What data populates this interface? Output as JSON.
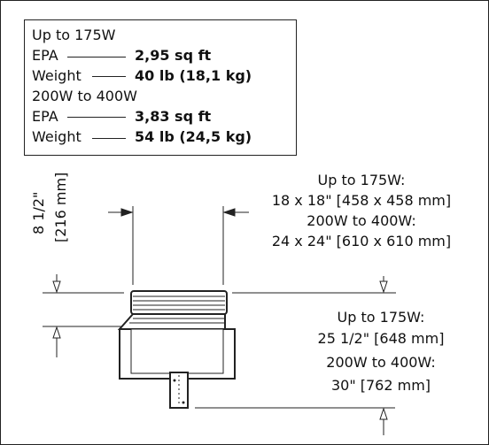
{
  "specs": {
    "group1_title": "Up to 175W",
    "group1_epa_label": "EPA",
    "group1_epa_value": "2,95 sq ft",
    "group1_weight_label": "Weight",
    "group1_weight_value": "40 lb (18,1 kg)",
    "group2_title": "200W to 400W",
    "group2_epa_label": "EPA",
    "group2_epa_value": "3,83 sq ft",
    "group2_weight_label": "Weight",
    "group2_weight_value": "54 lb (24,5 kg)"
  },
  "dimensions": {
    "head_size": {
      "line1": "Up to 175W:",
      "line2": "18 x 18\" [458 x 458 mm]",
      "line3": "200W to 400W:",
      "line4": "24 x 24\" [610 x 610 mm]"
    },
    "height": {
      "line1": "8 1/2\"",
      "line2": "[216 mm]"
    },
    "arm_length": {
      "line1": "Up to 175W:",
      "line2": "25 1/2\" [648 mm]",
      "line3": "200W to 400W:",
      "line4": "30\" [762 mm]"
    }
  }
}
